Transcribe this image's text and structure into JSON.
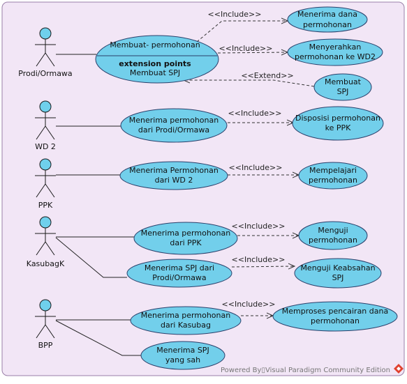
{
  "diagram": {
    "watermark": "Powered By▯Visual Paradigm Community Edition",
    "actors": [
      {
        "id": "prodi",
        "name": "Prodi/Ormawa"
      },
      {
        "id": "wd2",
        "name": "WD 2"
      },
      {
        "id": "ppk",
        "name": "PPK"
      },
      {
        "id": "kasubag",
        "name": "KasubagK"
      },
      {
        "id": "bpp",
        "name": "BPP"
      }
    ],
    "usecases": {
      "membuat_permohonan": {
        "line1": "Membuat- permohonan",
        "ext_title": "extension points",
        "ext_point": "Membuat SPJ"
      },
      "menerima_dana": {
        "lines": [
          "Menerima dana",
          "permohonan"
        ]
      },
      "menyerahkan": {
        "lines": [
          "Menyerahkan",
          "permohonan ke WD2"
        ]
      },
      "membuat_spj": {
        "lines": [
          "Membuat",
          "SPJ"
        ]
      },
      "wd2_menerima": {
        "lines": [
          "Menerima permohonan",
          "dari Prodi/Ormawa"
        ]
      },
      "disposisi": {
        "lines": [
          "Disposisi permohonan",
          "ke PPK"
        ]
      },
      "ppk_menerima": {
        "lines": [
          "Menerima Permohonan",
          "dari WD 2"
        ]
      },
      "mempelajari": {
        "lines": [
          "Mempelajari",
          "permohonan"
        ]
      },
      "kasubag_menerima": {
        "lines": [
          "Menerima permohonan",
          "dari PPK"
        ]
      },
      "menguji": {
        "lines": [
          "Menguji",
          "permohonan"
        ]
      },
      "kasubag_spj": {
        "lines": [
          "Menerima SPJ dari",
          "Prodi/Ormawa"
        ]
      },
      "menguji_keabsahan": {
        "lines": [
          "Menguji Keabsahan",
          "SPJ"
        ]
      },
      "bpp_menerima": {
        "lines": [
          "Menerima permohonan",
          "dari Kasubag"
        ]
      },
      "memproses": {
        "lines": [
          "Memproses pencairan dana",
          "permohonan"
        ]
      },
      "bpp_spj": {
        "lines": [
          "Menerima SPJ",
          "yang sah"
        ]
      }
    },
    "relations": {
      "include": "<<Include>>",
      "extend": "<<Extend>>"
    }
  }
}
